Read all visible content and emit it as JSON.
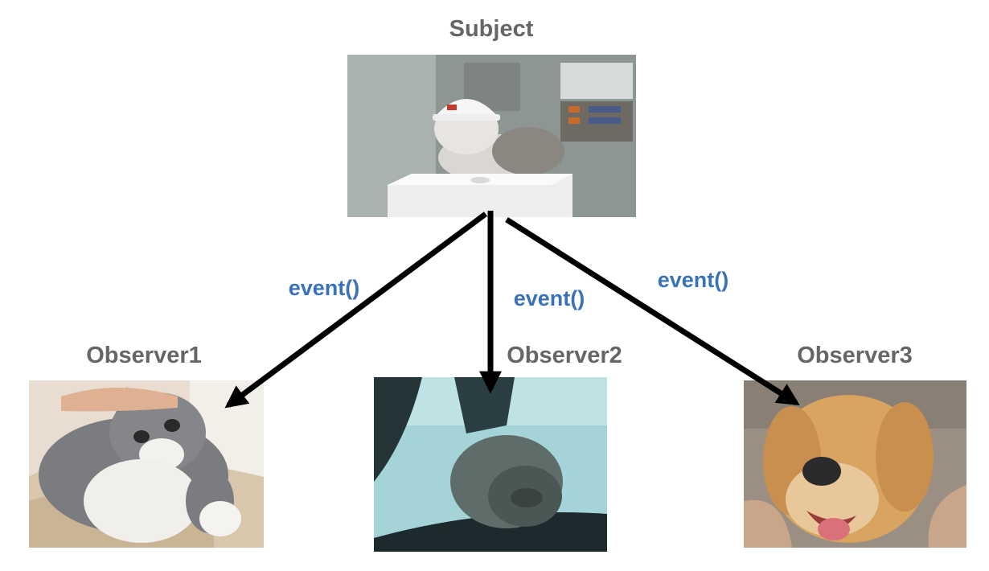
{
  "subject": {
    "title": "Subject"
  },
  "observers": [
    {
      "title": "Observer1"
    },
    {
      "title": "Observer2"
    },
    {
      "title": "Observer3"
    }
  ],
  "edges": [
    {
      "label": "event()"
    },
    {
      "label": "event()"
    },
    {
      "label": "event()"
    }
  ],
  "colors": {
    "node_title": "#666666",
    "edge_label": "#3a72b8",
    "arrow": "#000000"
  }
}
